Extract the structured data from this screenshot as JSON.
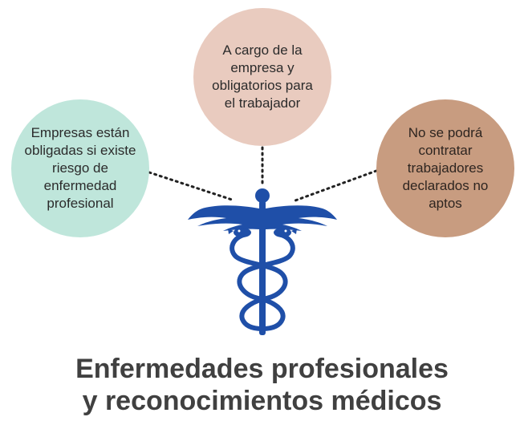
{
  "bubbles": {
    "left": "Empresas están obligadas si existe riesgo de enfermedad profesional",
    "top": "A cargo de la empresa y obligatorios para el trabajador",
    "right": "No se podrá contratar trabajadores declarados no aptos"
  },
  "title": {
    "line1": "Enfermedades profesionales",
    "line2": "y reconocimientos médicos"
  },
  "colors": {
    "left_bubble": "#bfe6db",
    "top_bubble": "#e9cbbf",
    "right_bubble": "#c89c80",
    "caduceus": "#1f4fa8",
    "title": "#404040"
  },
  "icons": [
    "caduceus-icon"
  ]
}
